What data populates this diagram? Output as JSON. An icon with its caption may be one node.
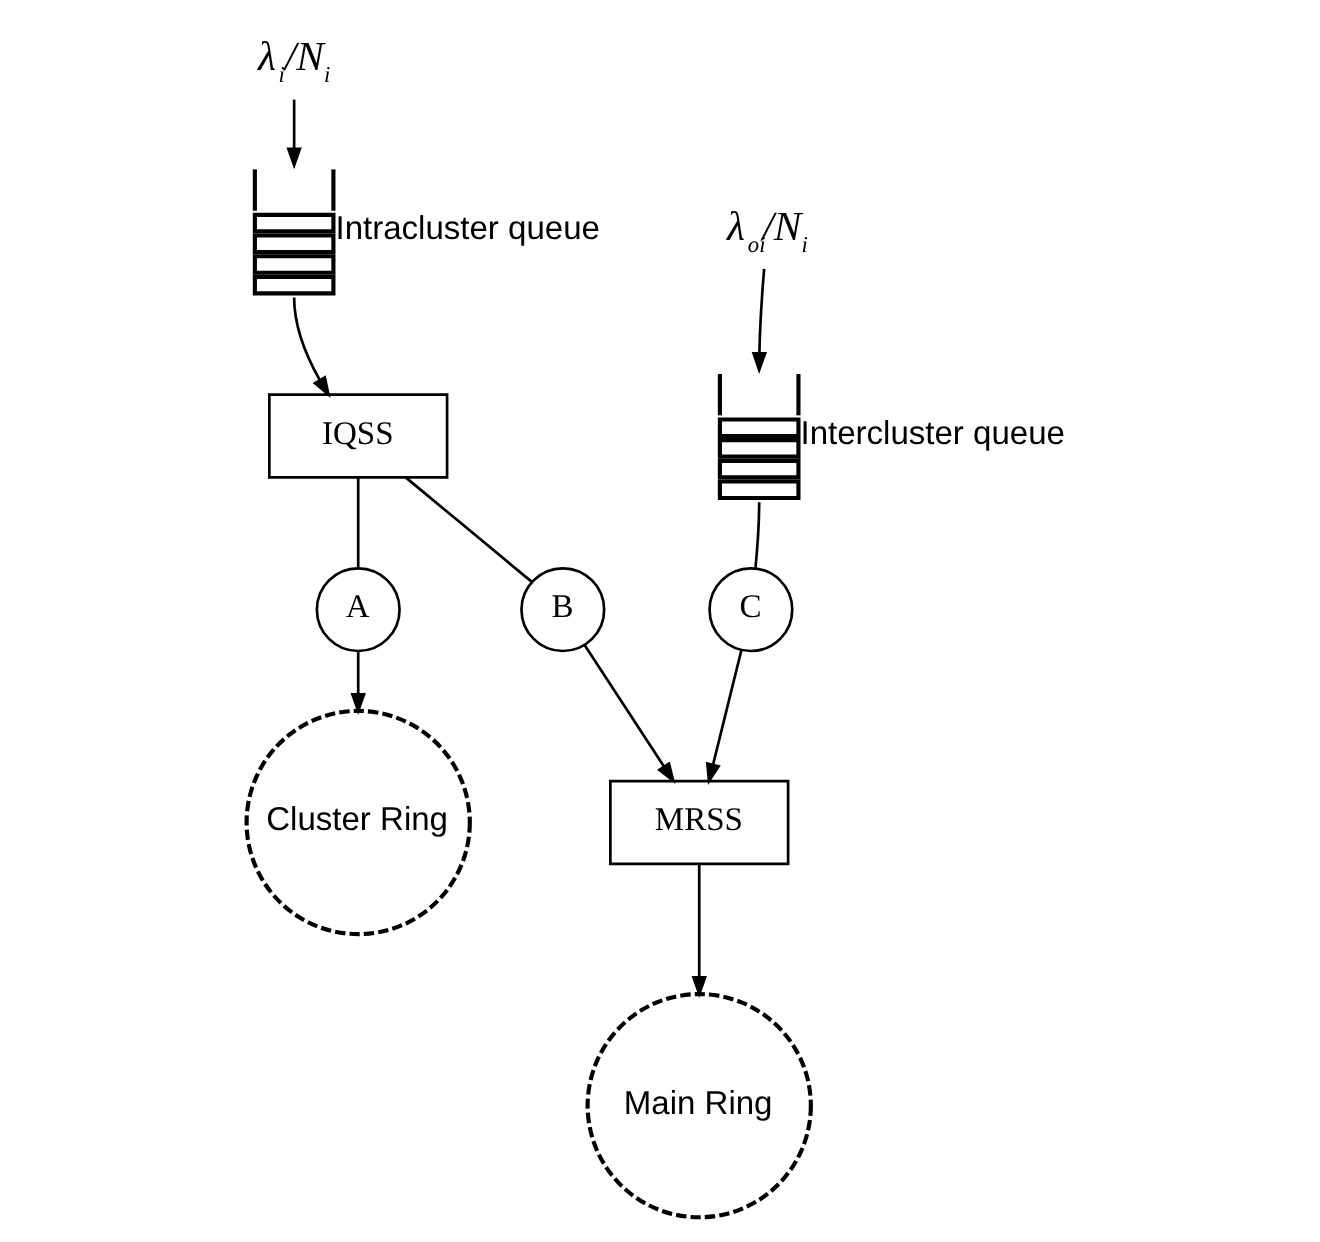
{
  "diagram": {
    "nodes": [
      {
        "text": [
          "λ$_{i}$/N$_{i}$"
        ]
      },
      {
        "text": [],
        "shape": "queue",
        "beside": [
          "Intracluster queue"
        ]
      },
      {
        "text": [
          "IQSS"
        ]
      },
      {
        "text": [
          "A"
        ]
      },
      {
        "text": [
          "Cluster Ring"
        ]
      },
      {
        "text": [
          "λ$_{oi}$/N$_{i}$"
        ]
      },
      {
        "text": [],
        "shape": "queue",
        "beside": [
          "Intercluster queue"
        ]
      },
      {
        "text": [
          "C"
        ]
      },
      {
        "text": [
          "MRSS"
        ]
      },
      {
        "text": [
          "Main Ring"
        ]
      },
      {
        "text": [
          "B"
        ]
      }
    ],
    "edges": [
      {
        "from": 0,
        "to": 1,
        "arrow": "to"
      },
      {
        "from": 1,
        "to": 2,
        "arrow": "to"
      },
      {
        "from": 2,
        "to": 3,
        "arrow": "none"
      },
      {
        "from": 3,
        "to": 4,
        "arrow": "to"
      },
      {
        "from": 5,
        "to": 6,
        "arrow": "to"
      },
      {
        "from": 6,
        "to": 7,
        "arrow": "none"
      },
      {
        "from": 7,
        "to": 8,
        "arrow": "to"
      },
      {
        "from": 8,
        "to": 9,
        "arrow": "to"
      },
      {
        "from": 2,
        "to": 10,
        "arrow": "none"
      },
      {
        "from": 10,
        "to": 8,
        "arrow": "to"
      }
    ]
  }
}
